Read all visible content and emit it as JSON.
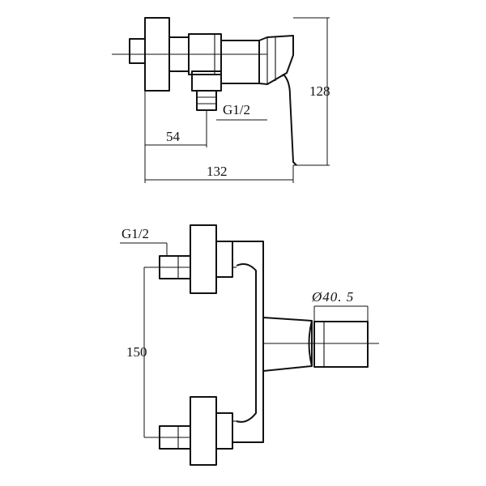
{
  "top_view": {
    "height_dim": "128",
    "width_dim": "132",
    "offset_dim": "54",
    "thread_label": "G1/2"
  },
  "front_view": {
    "thread_label": "G1/2",
    "spacing_dim": "150",
    "diameter_dim": "Ø40. 5"
  },
  "colors": {
    "line": "#111111",
    "background": "#ffffff"
  }
}
